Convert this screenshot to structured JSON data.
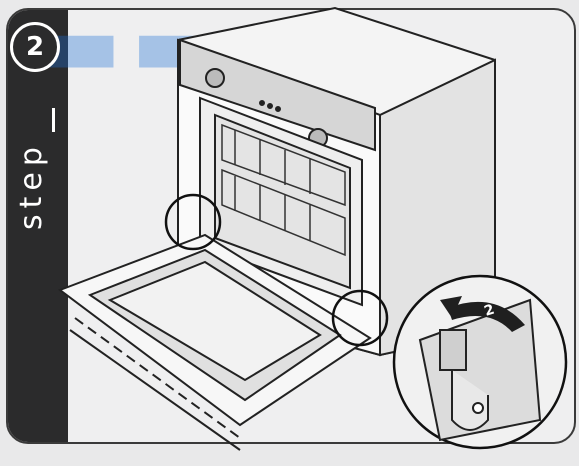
{
  "step": {
    "number": "2",
    "word": "step"
  },
  "icons": {
    "badge": "step-number-badge",
    "rotate": "rotate-arrow-icon"
  },
  "colors": {
    "panel": "#2b2b2c",
    "watermark": "#1d6fd6",
    "line": "#222222"
  }
}
